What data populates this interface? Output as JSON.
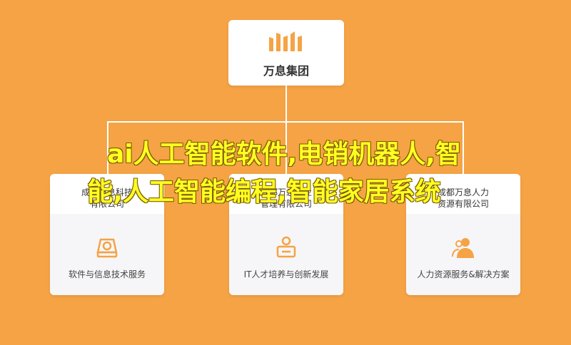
{
  "root": {
    "name": "万息集团",
    "logo_icon": "bar-chart-logo"
  },
  "children": [
    {
      "head_line1": "成都万息科技",
      "head_line2": "有限公司",
      "caption": "软件与信息技术服务",
      "icon": "disk-icon"
    },
    {
      "head_line1": "成都万息企业",
      "head_line2": "管理有限公司",
      "caption": "IT人才培养与创新发展",
      "icon": "monitor-user-icon"
    },
    {
      "head_line1": "成都万息人力",
      "head_line2": "资源有限公司",
      "caption": "人力资源服务&解决方案",
      "icon": "people-icon"
    }
  ],
  "overlay": {
    "line1": "ai人工智能软件,电销机器人,智",
    "line2": "能,人工智能编程,智能家居系统"
  },
  "colors": {
    "background": "#F5A345",
    "accent": "#F5A345",
    "overlay_text": "#FFFF22"
  }
}
